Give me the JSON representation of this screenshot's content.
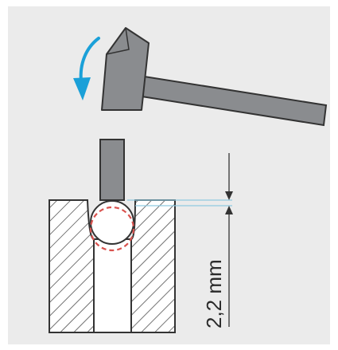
{
  "figure": {
    "dimension_label": "2,2 mm",
    "colors": {
      "background": "#ebebeb",
      "hatch_fill": "#ffffff",
      "hatch_line": "#3a3a3a",
      "metal_fill": "#8a8c8f",
      "outline": "#333333",
      "arrow": "#1aa0d8",
      "dashed_ball": "#d9534f"
    },
    "icons": {
      "hammer": "hammer-icon",
      "motion_arrow": "curved-arrow-icon",
      "punch": "punch-pin",
      "ball": "steel-ball"
    }
  }
}
